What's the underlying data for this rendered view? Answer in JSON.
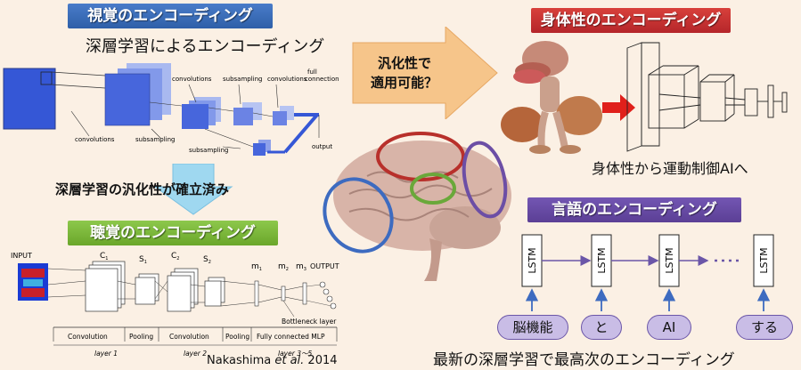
{
  "visual": {
    "banner": "視覚のエンコーディング",
    "subtitle": "深層学習によるエンコーディング",
    "cnn_labels": {
      "convolutions_a": "convolutions",
      "subsampling_a": "subsampling",
      "convolutions_b": "convolutions",
      "subsampling_b": "subsampling",
      "convolutions_c": "convolutions",
      "full": "full",
      "connection": "connection",
      "convolutions_bottom": "convolutions",
      "subsampling_bottom": "subsampling",
      "subsampling_lower": "subsampling",
      "output": "output"
    }
  },
  "generalization_established": "深層学習の汎化性が確立済み",
  "auditory": {
    "banner": "聴覚のエンコーディング",
    "labels": {
      "input": "INPUT",
      "c1": "C",
      "c1_sub": "1",
      "s1": "S",
      "s1_sub": "1",
      "c2": "C",
      "c2_sub": "2",
      "s2": "S",
      "s2_sub": "2",
      "m1": "m",
      "m1_sub": "1",
      "m2": "m",
      "m2_sub": "2",
      "m3": "m",
      "m3_sub": "3",
      "output": "OUTPUT",
      "bottleneck": "Bottleneck layer",
      "convolution_1": "Convolution",
      "pooling_1": "Pooling",
      "convolution_2": "Convolution",
      "pooling_2": "Pooling",
      "fc": "Fully connected MLP",
      "layer1": "layer 1",
      "layer2": "layer 2",
      "layer35": "layer 3～5"
    },
    "citation_author": "Nakashima ",
    "citation_etal": "et al.",
    "citation_year": " 2014"
  },
  "center_arrow": {
    "line1": "汎化性で",
    "line2": "適用可能？"
  },
  "embodiment": {
    "banner": "身体性のエンコーディング",
    "caption": "身体性から運動制御AIへ"
  },
  "language": {
    "banner": "言語のエンコーディング",
    "cell_label": "LSTM",
    "tokens": [
      "脳機能",
      "と",
      "AI",
      "する"
    ],
    "caption": "最新の深層学習で最高次のエンコーディング"
  },
  "colors": {
    "visual_banner": "#2e5fa8",
    "auditory_banner": "#6aa62a",
    "embodiment_banner": "#b5262a",
    "language_banner": "#5b3f95",
    "center_arrow": "#f6c58a",
    "down_arrow": "#9fd8f0",
    "red_arrow": "#e0201b",
    "brain_ring_red": "#b8302b",
    "brain_ring_blue": "#3d6bc0",
    "brain_ring_green": "#6aa83a",
    "brain_ring_purple": "#6c4ea5"
  }
}
